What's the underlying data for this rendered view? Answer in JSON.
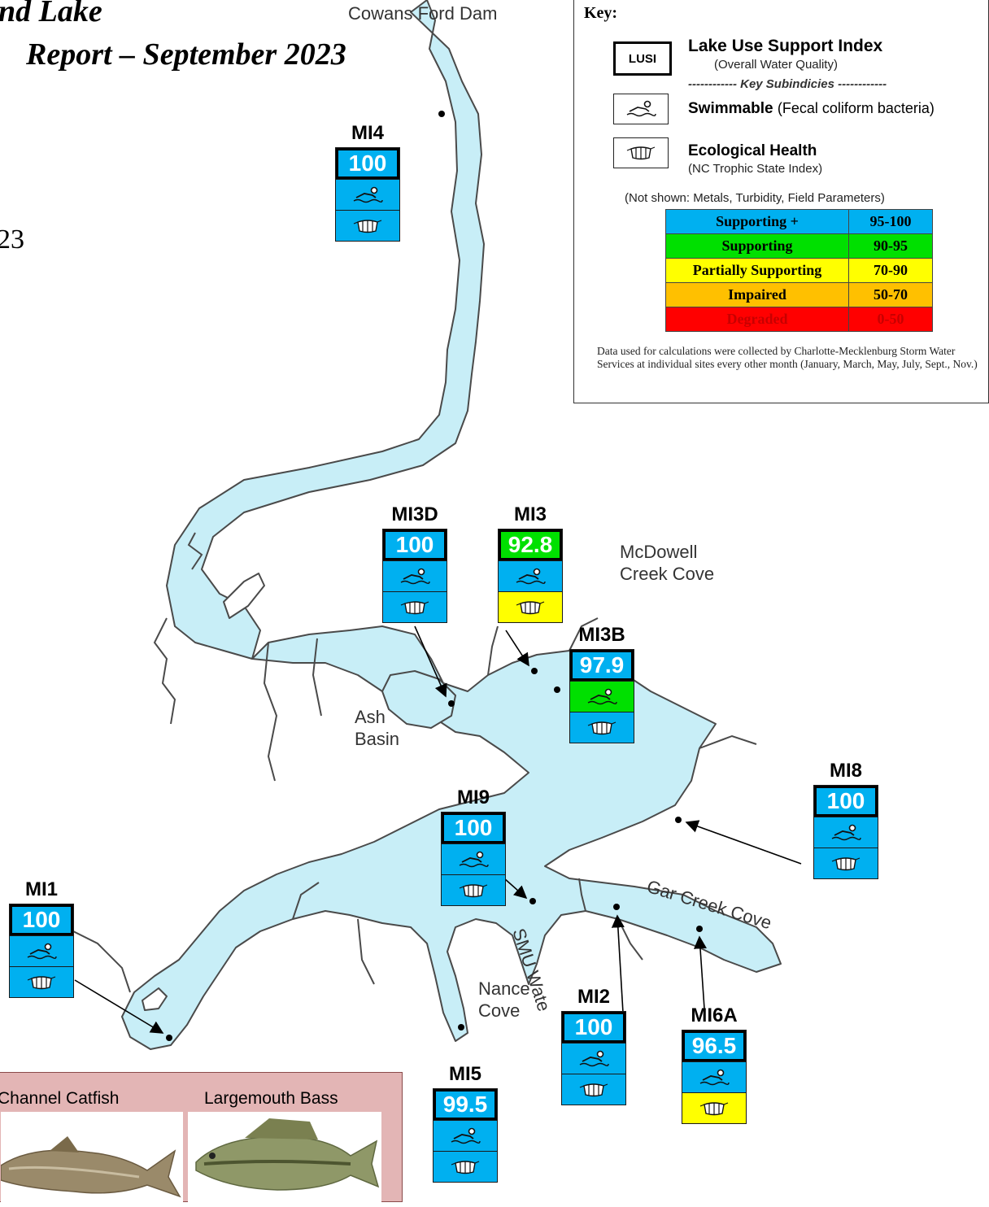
{
  "title": {
    "line1": "nd Lake",
    "line2": "Report – September 2023",
    "year_fragment": "23"
  },
  "places": {
    "dam": "Cowans Ford Dam",
    "mcdowell": "McDowell\nCreek Cove",
    "ash": "Ash\nBasin",
    "gar": "Gar Creek Cove",
    "nance": "Nance\nCove",
    "smu": "SMU Wate"
  },
  "colors": {
    "supporting_plus": "#00b0f0",
    "supporting": "#00e000",
    "partially_supporting": "#ffff00",
    "impaired": "#ffc000",
    "degraded": "#ff0000",
    "lake": "#c8eef7",
    "shore": "#4a4a4a"
  },
  "stations": [
    {
      "id": "MI4",
      "lusi": "100",
      "lusi_color": "#00b0f0",
      "swim_color": "#00b0f0",
      "eco_color": "#00b0f0"
    },
    {
      "id": "MI3D",
      "lusi": "100",
      "lusi_color": "#00b0f0",
      "swim_color": "#00b0f0",
      "eco_color": "#00b0f0"
    },
    {
      "id": "MI3",
      "lusi": "92.8",
      "lusi_color": "#00e000",
      "swim_color": "#00b0f0",
      "eco_color": "#ffff00"
    },
    {
      "id": "MI3B",
      "lusi": "97.9",
      "lusi_color": "#00b0f0",
      "swim_color": "#00e000",
      "eco_color": "#00b0f0"
    },
    {
      "id": "MI8",
      "lusi": "100",
      "lusi_color": "#00b0f0",
      "swim_color": "#00b0f0",
      "eco_color": "#00b0f0"
    },
    {
      "id": "MI9",
      "lusi": "100",
      "lusi_color": "#00b0f0",
      "swim_color": "#00b0f0",
      "eco_color": "#00b0f0"
    },
    {
      "id": "MI1",
      "lusi": "100",
      "lusi_color": "#00b0f0",
      "swim_color": "#00b0f0",
      "eco_color": "#00b0f0"
    },
    {
      "id": "MI2",
      "lusi": "100",
      "lusi_color": "#00b0f0",
      "swim_color": "#00b0f0",
      "eco_color": "#00b0f0"
    },
    {
      "id": "MI6A",
      "lusi": "96.5",
      "lusi_color": "#00b0f0",
      "swim_color": "#00b0f0",
      "eco_color": "#ffff00"
    },
    {
      "id": "MI5",
      "lusi": "99.5",
      "lusi_color": "#00b0f0",
      "swim_color": "#00b0f0",
      "eco_color": "#00b0f0"
    }
  ],
  "key": {
    "title": "Key:",
    "lusi_abbr": "LUSI",
    "lusi_title": "Lake Use Support Index",
    "lusi_note": "(Overall Water Quality)",
    "subindices": "------------ Key Subindicies ------------",
    "swim_title": "Swimmable",
    "swim_note": "(Fecal coliform bacteria)",
    "eco_title": "Ecological Health",
    "eco_note": "(NC Trophic State Index)",
    "not_shown": "(Not shown: Metals, Turbidity, Field Parameters)",
    "scale": [
      {
        "label": "Supporting +",
        "range": "95-100",
        "color": "#00b0f0",
        "text_color": "#000000"
      },
      {
        "label": "Supporting",
        "range": "90-95",
        "color": "#00e000",
        "text_color": "#000000"
      },
      {
        "label": "Partially Supporting",
        "range": "70-90",
        "color": "#ffff00",
        "text_color": "#000000"
      },
      {
        "label": "Impaired",
        "range": "50-70",
        "color": "#ffc000",
        "text_color": "#000000"
      },
      {
        "label": "Degraded",
        "range": "0-50",
        "color": "#ff0000",
        "text_color": "#c80000"
      }
    ],
    "footnote": "Data used for calculations were collected by Charlotte-Mecklenburg Storm Water Services at individual sites every other month (January, March, May, July, Sept., Nov.)"
  },
  "fish": {
    "catfish": "Channel Catfish",
    "bass": "Largemouth Bass"
  }
}
